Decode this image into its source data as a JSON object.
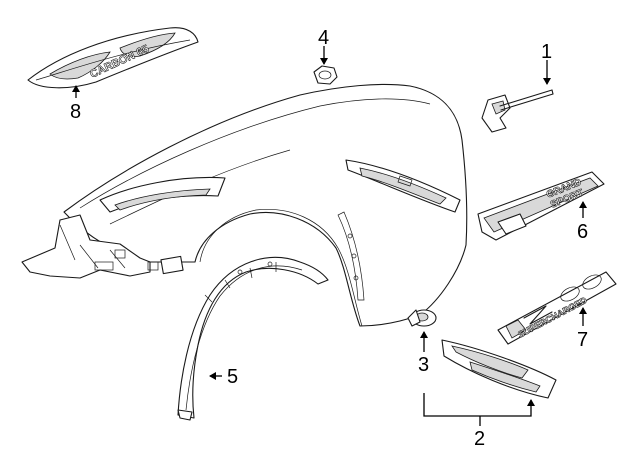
{
  "diagram": {
    "callouts": [
      {
        "id": "1",
        "label": "1"
      },
      {
        "id": "2",
        "label": "2"
      },
      {
        "id": "3",
        "label": "3"
      },
      {
        "id": "4",
        "label": "4"
      },
      {
        "id": "5",
        "label": "5"
      },
      {
        "id": "6",
        "label": "6"
      },
      {
        "id": "7",
        "label": "7"
      },
      {
        "id": "8",
        "label": "8"
      }
    ],
    "badges": {
      "carbon": "CARBON 65",
      "grand": "GRAND",
      "sport": "SPORT",
      "supercharged": "SUPERCHARGED"
    }
  }
}
